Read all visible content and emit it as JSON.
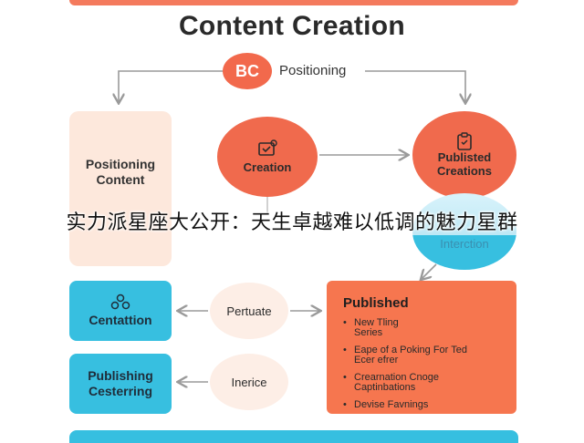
{
  "title": "Content Creation",
  "top_node": {
    "badge": "BC",
    "label": "Positioning"
  },
  "positioning_content": {
    "label_line1": "Positioning",
    "label_line2": "Content"
  },
  "creation": {
    "icon": "clipboard-check-icon",
    "label": "Creation"
  },
  "published_creations": {
    "icon": "clipboard-icon",
    "label_line1": "Publisted",
    "label_line2": "Creations"
  },
  "interaction": {
    "label": "Interction"
  },
  "centattion": {
    "icon": "network-nodes-icon",
    "label": "Centattion"
  },
  "publishing": {
    "label_line1": "Publishing",
    "label_line2": "Cesterring"
  },
  "pertuate": {
    "label": "Pertuate"
  },
  "inerice": {
    "label": "Inerice"
  },
  "published_box": {
    "heading": "Published",
    "items": [
      {
        "line1": "New Tling",
        "line2": "Series"
      },
      {
        "line1": "Eape of a Poking For Ted",
        "line2": "Ecer efrer"
      },
      {
        "line1": "Crearnation Cnoge",
        "line2": "Captinbations"
      },
      {
        "line1": "Devise Favnings",
        "line2": ""
      }
    ]
  },
  "overlay_text": "实力派星座大公开：天生卓越难以低调的魅力星群",
  "colors": {
    "coral": "#f06a4d",
    "peach": "#fde8dc",
    "cyan": "#37bfe0",
    "arrow": "#9a9a9a"
  }
}
